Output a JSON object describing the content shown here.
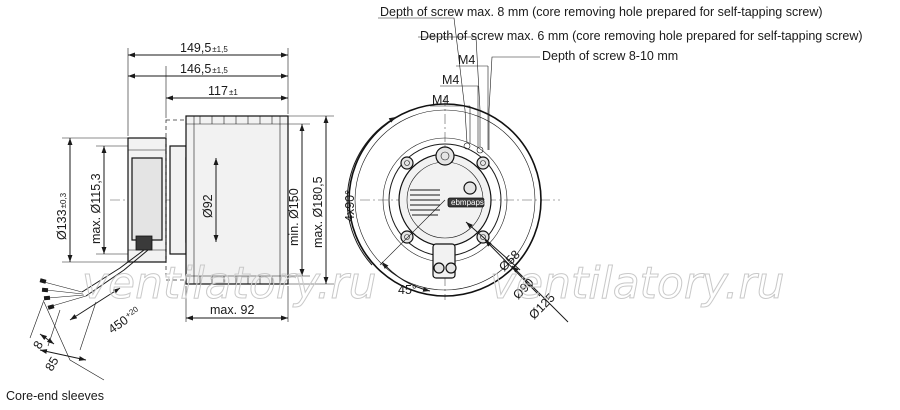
{
  "watermark": "ventilatory.ru",
  "side_view": {
    "dims": {
      "len_149_5": {
        "value": "149,5",
        "tol": "±1,5"
      },
      "len_146_5": {
        "value": "146,5",
        "tol": "±1,5"
      },
      "len_117": {
        "value": "117",
        "tol": "±1"
      },
      "dia_133": {
        "value": "Ø133",
        "tol": "±0,3"
      },
      "dia_115_3": "max. Ø115,3",
      "dia_92": "Ø92",
      "dia_150": "min. Ø150",
      "dia_180_5": "max. Ø180,5",
      "max_92": "max. 92",
      "cable_450": {
        "value": "450",
        "tol": "+20"
      },
      "dim_8": "8",
      "dim_85": "85"
    },
    "core_end_label": "Core-end sleeves"
  },
  "front_view": {
    "notes": {
      "screw_8mm": "Depth of screw max. 8 mm (core removing hole prepared for self-tapping screw)",
      "screw_6mm": "Depth of screw max. 6 mm (core removing hole prepared for self-tapping screw)",
      "screw_8_10": "Depth of screw 8-10 mm"
    },
    "threads": {
      "m4_a": "M4",
      "m4_b": "M4",
      "m4_c": "M4"
    },
    "dims": {
      "angle_4x90": "4x90°",
      "angle_45": "45°",
      "dia_58": "Ø58",
      "dia_90": "Ø90",
      "dia_125": "Ø125"
    },
    "brand": "ebmpapst"
  },
  "colors": {
    "line": "#1a1a1a",
    "fill": "#f2f2f2",
    "watermark": "#c9c9c9"
  }
}
